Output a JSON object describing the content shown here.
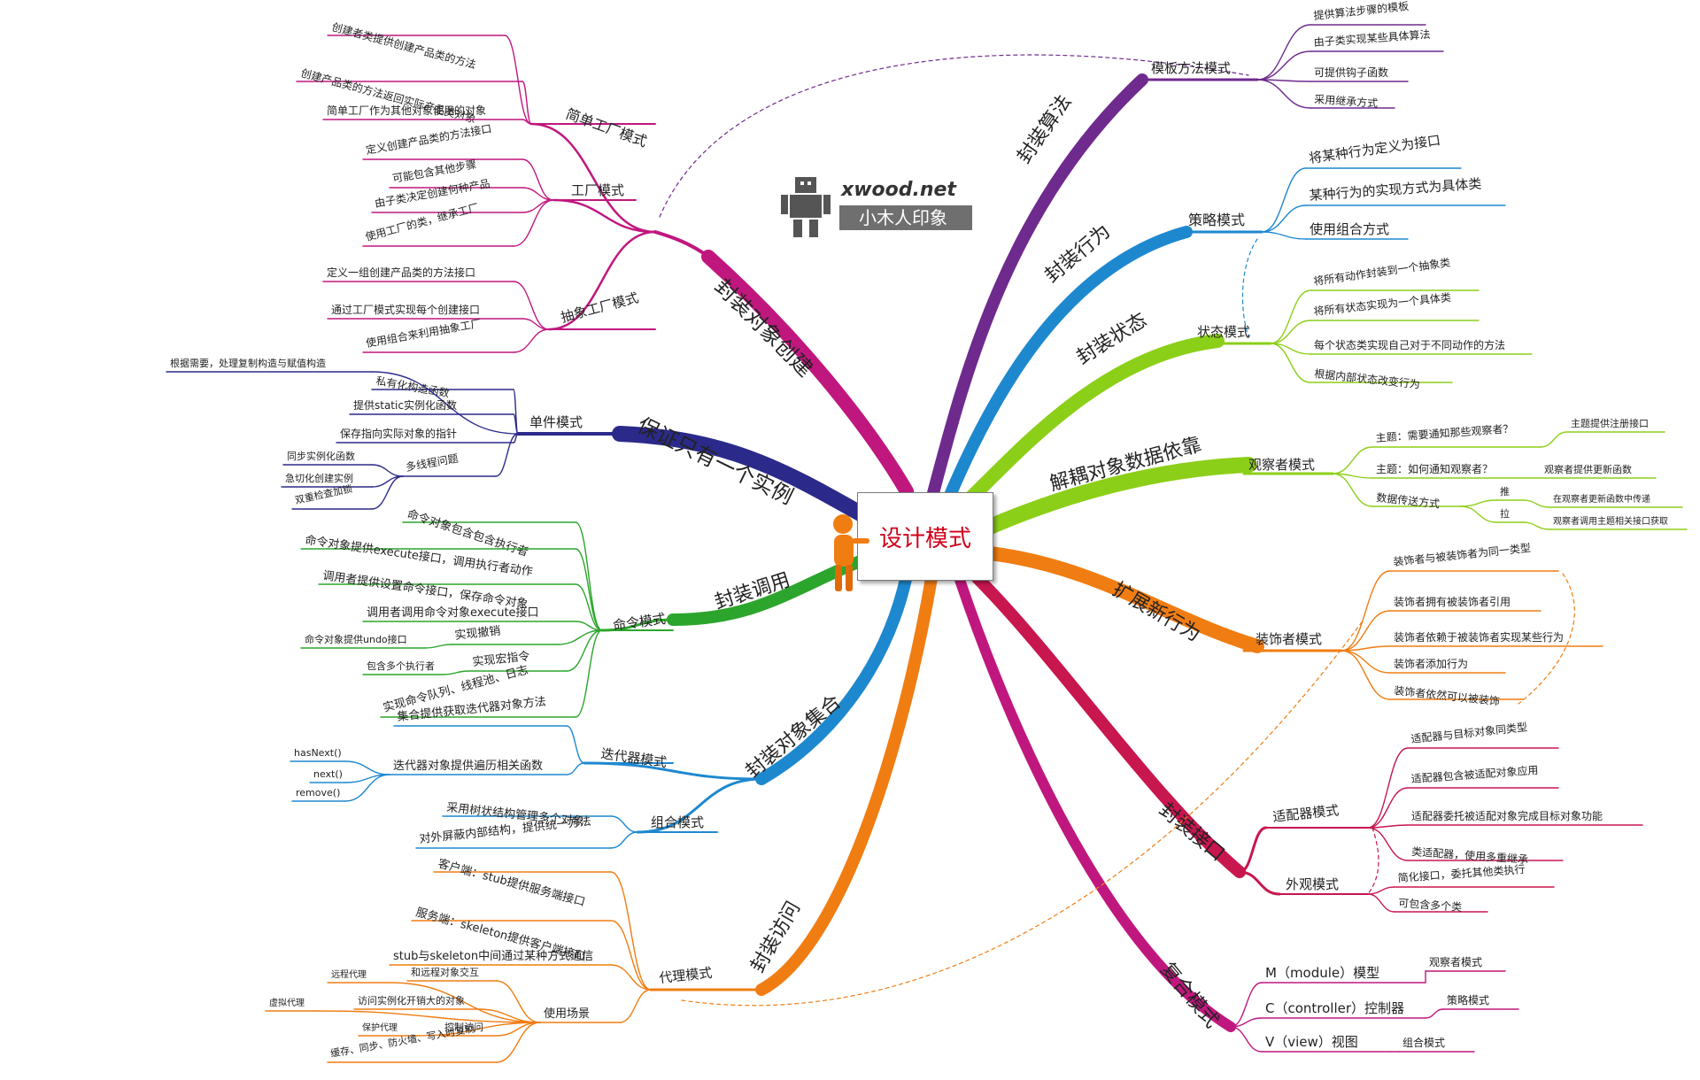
{
  "center": {
    "title": "设计模式"
  },
  "logo": {
    "brand": "xwood.net",
    "subtitle": "小木人印象"
  },
  "colors": {
    "creation": "#c0177f",
    "singleton": "#2b2a8a",
    "command": "#2ca52c",
    "iterator": "#1e88cf",
    "proxy": "#f07d12",
    "template": "#6f2a8e",
    "strategy": "#1e88cf",
    "state": "#8ccf18",
    "observer": "#8ccf18",
    "decorator": "#f07d12",
    "adapter": "#c8164f",
    "mvc": "#c0177f"
  },
  "left": {
    "creation": {
      "title": "封装对象创建",
      "patterns": [
        {
          "name": "简单工厂模式",
          "items": [
            "创建者类提供创建产品类的方法",
            "创建产品类的方法返回实际产品类对象",
            "简单工厂作为其他对象使用的对象"
          ]
        },
        {
          "name": "工厂模式",
          "items": [
            "定义创建产品类的方法接口",
            "可能包含其他步骤",
            "由子类决定创建何种产品",
            "使用工厂的类，继承工厂"
          ]
        },
        {
          "name": "抽象工厂模式",
          "items": [
            "定义一组创建产品类的方法接口",
            "通过工厂模式实现每个创建接口",
            "使用组合来利用抽象工厂"
          ]
        }
      ]
    },
    "singleton": {
      "title": "保证只有一个实例",
      "pattern": "单件模式",
      "items": [
        "私有化构造函数",
        "根据需要，处理复制构造与赋值构造",
        "提供static实例化函数",
        "保存指向实际对象的指针",
        "多线程问题",
        "同步实例化函数",
        "急切化创建实例",
        "双重检查加锁"
      ]
    },
    "command": {
      "title": "封装调用",
      "pattern": "命令模式",
      "items": [
        "命令对象包含包含执行者",
        "命令对象提供execute接口，调用执行者动作",
        "调用者提供设置命令接口，保存命令对象",
        "调用者调用命令对象execute接口",
        "实现撤销",
        "命令对象提供undo接口",
        "实现宏指令",
        "包含多个执行者",
        "实现命令队列、线程池、日志"
      ]
    },
    "collection": {
      "title": "封装对象集合",
      "iterator": {
        "name": "迭代器模式",
        "items": [
          "集合提供获取迭代器对象方法",
          "迭代器对象提供遍历相关函数",
          "hasNext()",
          "next()",
          "remove()"
        ]
      },
      "composite": {
        "name": "组合模式",
        "items": [
          "采用树状结构管理多个对象",
          "对外屏蔽内部结构，提供统一方法"
        ]
      }
    },
    "proxy": {
      "title": "封装访问",
      "pattern": "代理模式",
      "items": [
        "客户端：stub提供服务端接口",
        "服务端：skeleton提供客户端接口",
        "stub与skeleton中间通过某种方式通信"
      ],
      "usage": {
        "name": "使用场景",
        "items": [
          "远程代理",
          "和远程对象交互",
          "虚拟代理",
          "访问实例化开销大的对象",
          "保护代理",
          "控制访问",
          "缓存、同步、防火墙、写入时复制"
        ]
      }
    }
  },
  "right": {
    "template": {
      "title": "封装算法",
      "pattern": "模板方法模式",
      "items": [
        "提供算法步骤的模板",
        "由子类实现某些具体算法",
        "可提供钩子函数",
        "采用继承方式"
      ]
    },
    "strategy": {
      "title": "封装行为",
      "pattern": "策略模式",
      "items": [
        "将某种行为定义为接口",
        "某种行为的实现方式为具体类",
        "使用组合方式"
      ]
    },
    "state": {
      "title": "封装状态",
      "pattern": "状态模式",
      "items": [
        "将所有动作封装到一个抽象类",
        "将所有状态实现为一个具体类",
        "每个状态类实现自己对于不同动作的方法",
        "根据内部状态改变行为"
      ]
    },
    "observer": {
      "title": "解耦对象数据依靠",
      "pattern": "观察者模式",
      "items": [
        "主题：需要通知那些观察者？",
        "主题提供注册接口",
        "主题：如何通知观察者？",
        "观察者提供更新函数",
        "数据传送方式",
        "推",
        "在观察者更新函数中传递",
        "拉",
        "观察者调用主题相关接口获取"
      ]
    },
    "decorator": {
      "title": "扩展新行为",
      "pattern": "装饰者模式",
      "items": [
        "装饰者与被装饰者为同一类型",
        "装饰者拥有被装饰者引用",
        "装饰者依赖于被装饰者实现某些行为",
        "装饰者添加行为",
        "装饰者依然可以被装饰"
      ]
    },
    "interface": {
      "title": "封装接口",
      "adapter": {
        "name": "适配器模式",
        "items": [
          "适配器与目标对象同类型",
          "适配器包含被适配对象应用",
          "适配器委托被适配对象完成目标对象功能",
          "类适配器，使用多重继承"
        ]
      },
      "facade": {
        "name": "外观模式",
        "items": [
          "简化接口，委托其他类执行",
          "可包含多个类"
        ]
      }
    },
    "mvc": {
      "title": "复合模式",
      "items": [
        {
          "name": "M（module）模型",
          "pattern": "观察者模式"
        },
        {
          "name": "C（controller）控制器",
          "pattern": "策略模式"
        },
        {
          "name": "V（view）视图",
          "pattern": "组合模式"
        }
      ]
    }
  }
}
